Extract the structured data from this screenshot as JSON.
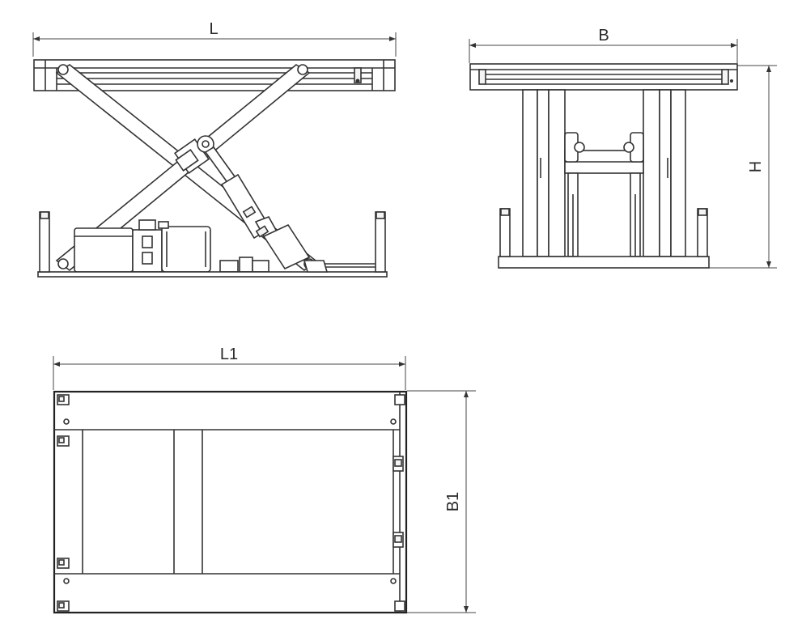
{
  "colors": {
    "line": "#333333",
    "text": "#2a2a2a",
    "background": "#ffffff"
  },
  "dimensions": {
    "side_length": "L",
    "front_width": "B",
    "front_height": "H",
    "base_length": "L1",
    "base_width": "B1"
  }
}
